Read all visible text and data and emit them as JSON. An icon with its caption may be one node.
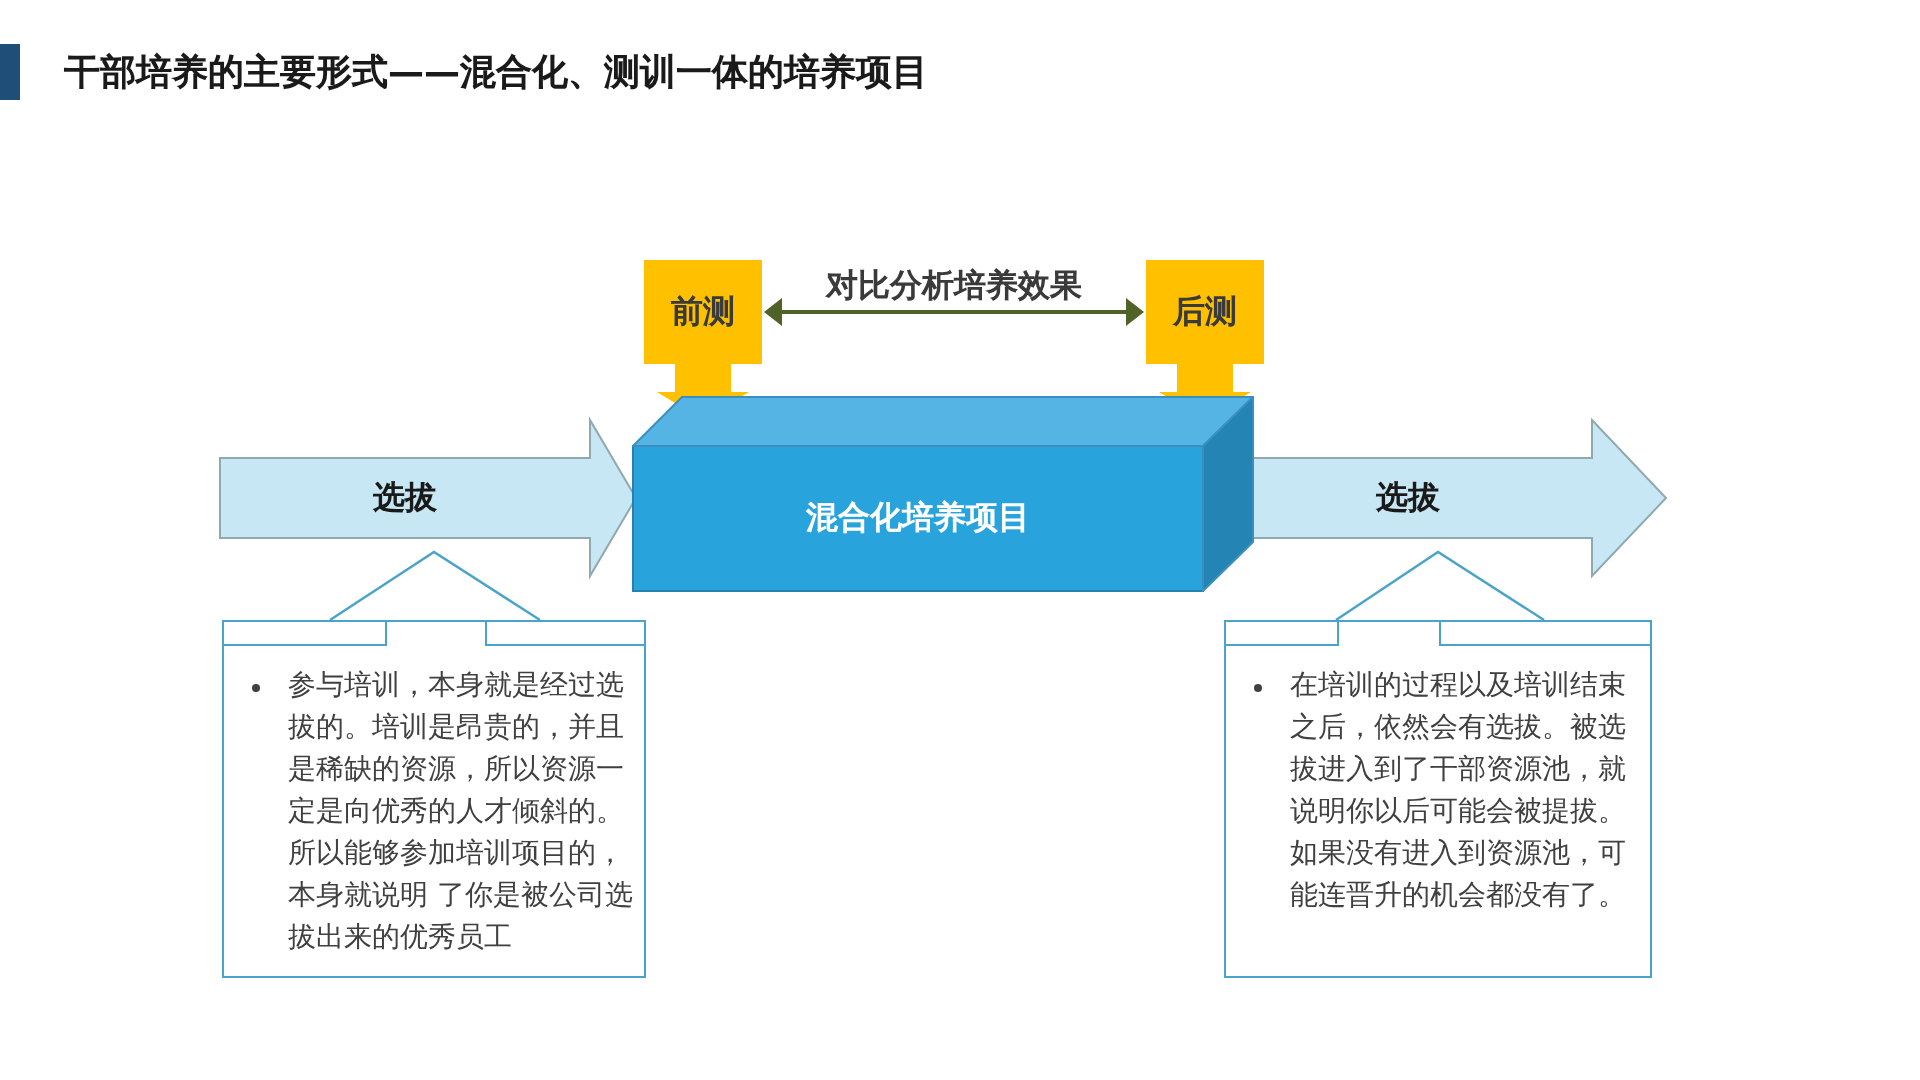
{
  "diagram": {
    "title": "干部培养的主要形式——混合化、测训一体的培养项目",
    "nodes": [
      {
        "text": [
          "前测"
        ]
      },
      {
        "text": [
          "混合化培养项目"
        ]
      },
      {
        "text": [
          "后测"
        ]
      },
      {
        "text": [
          "参与培训，本身就是经过选拔的。培训是昂贵的，并且是稀缺的资源，所以资源一定是向优秀的人才倾斜的。所以能够参加培训项目的，本身就说明 了你是被公司选拔出来的优秀员工"
        ]
      },
      {
        "text": [
          "在培训的过程以及培训结束之后，依然会有选拔。被选拔进入到了干部资源池，就说明你以后可能会被提拔。如果没有进入到资源池，可能连晋升的机会都没有了。"
        ]
      }
    ],
    "edges": [
      {
        "from": 0,
        "to": 2,
        "arrow": "both",
        "label": "对比分析培养效果",
        "color": "#4f6228"
      },
      {
        "from": 0,
        "to": 1,
        "arrow": "to",
        "style": "thick",
        "color": "#ffc000"
      },
      {
        "from": 2,
        "to": 1,
        "arrow": "to",
        "style": "thick",
        "color": "#ffc000"
      },
      {
        "from": null,
        "to": 1,
        "arrow": "to",
        "label": "选拔",
        "style": "thick",
        "color": "#c6e7f3"
      },
      {
        "from": 1,
        "to": null,
        "arrow": "to",
        "label": "选拔",
        "style": "thick",
        "color": "#c6e7f3"
      },
      {
        "from": 3,
        "to": null,
        "arrow": "none",
        "color": "#4aa3c8"
      },
      {
        "from": 4,
        "to": null,
        "arrow": "none",
        "color": "#4aa3c8"
      }
    ]
  }
}
